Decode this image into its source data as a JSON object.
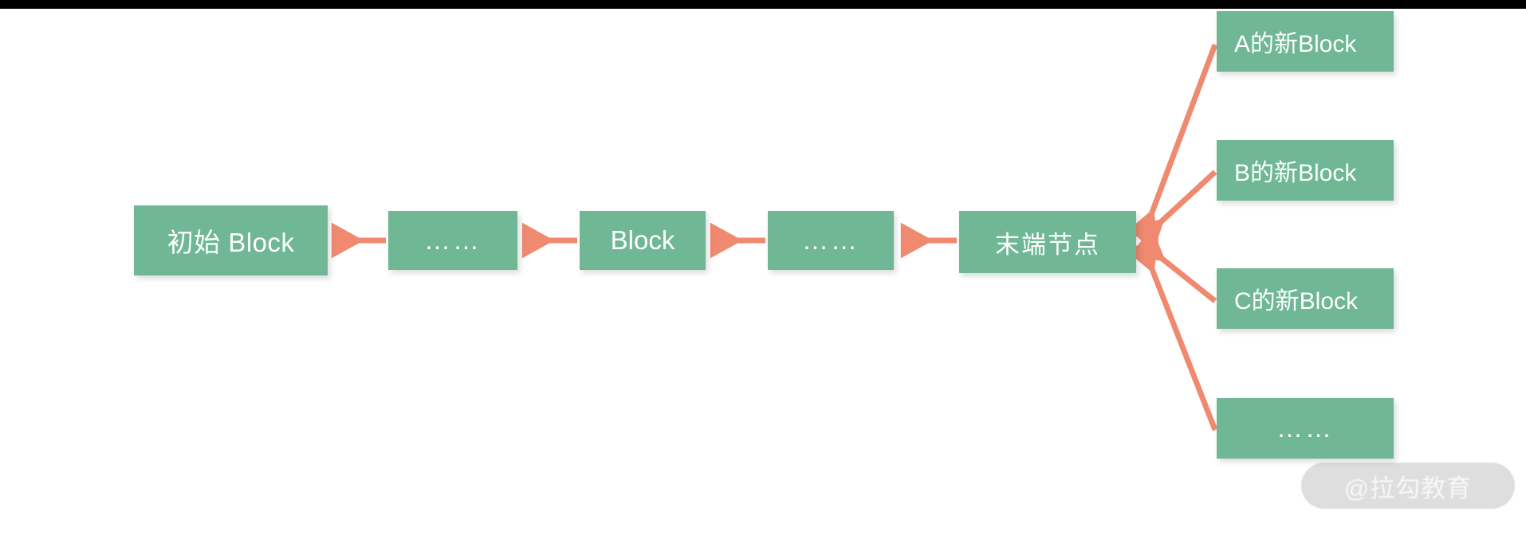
{
  "diagram": {
    "title": "Blockchain fork diagram",
    "colors": {
      "node_fill": "#6FB795",
      "node_text": "#FFFFFF",
      "arrow": "#EF8A70",
      "background": "#FFFFFF",
      "top_bar": "#000000"
    },
    "chain": [
      {
        "id": "initial",
        "label": "初始 Block"
      },
      {
        "id": "dots-1",
        "label": "……"
      },
      {
        "id": "block",
        "label": "Block"
      },
      {
        "id": "dots-2",
        "label": "……"
      },
      {
        "id": "terminal",
        "label": "末端节点"
      }
    ],
    "branches": [
      {
        "id": "a",
        "label": "A的新Block"
      },
      {
        "id": "b",
        "label": "B的新Block"
      },
      {
        "id": "c",
        "label": "C的新Block"
      },
      {
        "id": "d",
        "label": "……"
      }
    ],
    "chain_arrows": [
      {
        "from": "dots-1",
        "to": "initial"
      },
      {
        "from": "block",
        "to": "dots-1"
      },
      {
        "from": "dots-2",
        "to": "block"
      },
      {
        "from": "terminal",
        "to": "dots-2"
      }
    ],
    "branch_arrows": [
      {
        "from": "a",
        "to": "terminal"
      },
      {
        "from": "b",
        "to": "terminal"
      },
      {
        "from": "c",
        "to": "terminal"
      },
      {
        "from": "d",
        "to": "terminal"
      }
    ]
  },
  "watermark": {
    "text": "@拉勾教育"
  }
}
